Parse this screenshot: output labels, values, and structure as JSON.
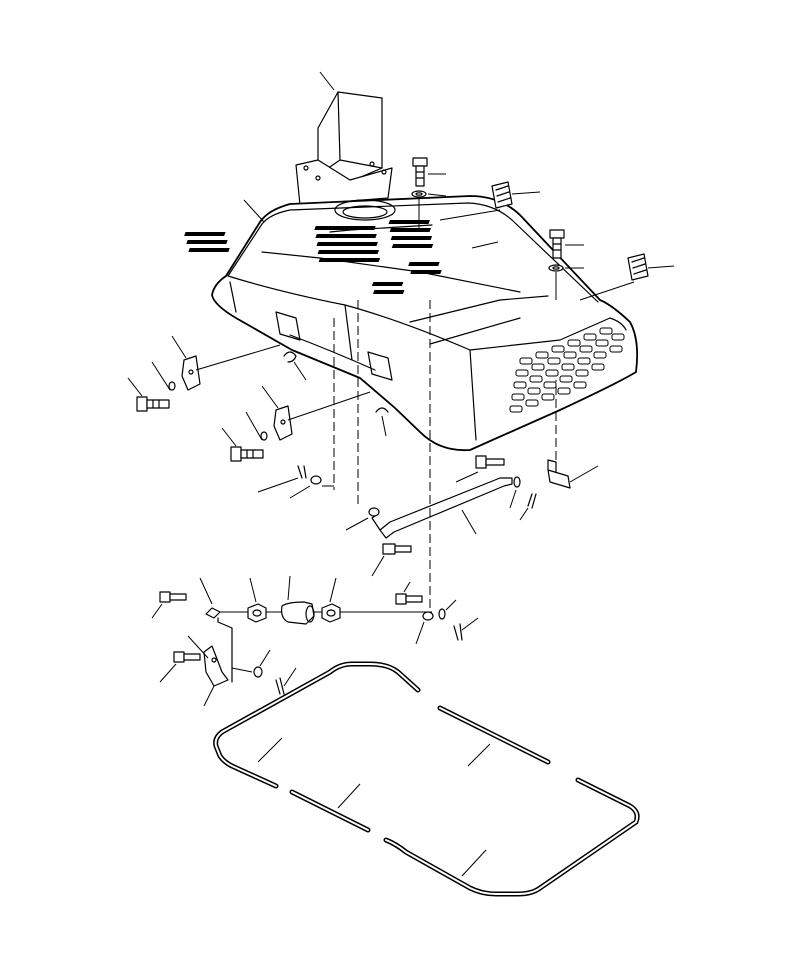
{
  "drawing": {
    "reference_code": "",
    "parts": [
      {
        "name": "duct"
      },
      {
        "name": "cover"
      },
      {
        "name": "bolt"
      },
      {
        "name": "washer"
      },
      {
        "name": "mount-pad"
      },
      {
        "name": "lock-bracket"
      },
      {
        "name": "spring-clip"
      },
      {
        "name": "rod"
      },
      {
        "name": "stopper"
      },
      {
        "name": "turnbuckle"
      },
      {
        "name": "lever"
      },
      {
        "name": "seal-strip"
      }
    ]
  }
}
